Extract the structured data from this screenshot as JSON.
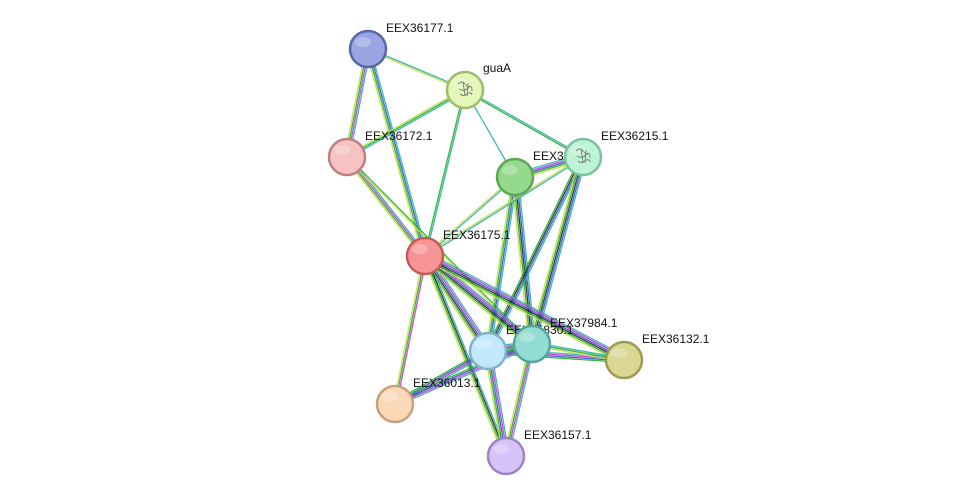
{
  "nodes": [
    {
      "id": "EEX36177.1",
      "label": "EEX36177.1",
      "fill": "#9aa5e2",
      "stroke": "#5a66a8"
    },
    {
      "id": "guaA",
      "label": "guaA",
      "fill": "#e4f7b8",
      "stroke": "#9cbe6a",
      "structure": true
    },
    {
      "id": "EEX36172.1",
      "label": "EEX36172.1",
      "fill": "#f6c2c2",
      "stroke": "#c27f7f"
    },
    {
      "id": "EEX3",
      "label": "EEX3",
      "fill": "#95d98c",
      "stroke": "#5ca852"
    },
    {
      "id": "EEX36215.1",
      "label": "EEX36215.1",
      "fill": "#bdf3d6",
      "stroke": "#7cc39b",
      "structure": true
    },
    {
      "id": "EEX36175.1",
      "label": "EEX36175.1",
      "fill": "#f79595",
      "stroke": "#c45a5a"
    },
    {
      "id": "EEX35830.1",
      "label": "EEX35830.1",
      "fill": "#c3e7fb",
      "stroke": "#84b2cc"
    },
    {
      "id": "EEX37984.1",
      "label": "EEX37984.1",
      "fill": "#92dcd2",
      "stroke": "#55a79b"
    },
    {
      "id": "EEX36132.1",
      "label": "EEX36132.1",
      "fill": "#d9d792",
      "stroke": "#9e9c52"
    },
    {
      "id": "EEX36013.1",
      "label": "EEX36013.1",
      "fill": "#fbd9b8",
      "stroke": "#c9a07a"
    },
    {
      "id": "EEX36157.1",
      "label": "EEX36157.1",
      "fill": "#d6c3f7",
      "stroke": "#9a86c4"
    }
  ],
  "edges": [
    {
      "source": "EEX36177.1",
      "target": "guaA",
      "colors": [
        "#2ab0b0",
        "#c8dc4a"
      ]
    },
    {
      "source": "EEX36177.1",
      "target": "EEX36172.1",
      "colors": [
        "#2ab0b0",
        "#cc33cc",
        "#20b020",
        "#c8dc4a"
      ]
    },
    {
      "source": "EEX36177.1",
      "target": "EEX36175.1",
      "colors": [
        "#2ab0b0",
        "#3355cc",
        "#20b020",
        "#c8dc4a"
      ]
    },
    {
      "source": "guaA",
      "target": "EEX36172.1",
      "colors": [
        "#2ab0b0",
        "#20b020",
        "#c8dc4a"
      ]
    },
    {
      "source": "guaA",
      "target": "EEX36175.1",
      "colors": [
        "#2ab0b0",
        "#20b020"
      ]
    },
    {
      "source": "guaA",
      "target": "EEX3",
      "colors": [
        "#2ab0b0"
      ]
    },
    {
      "source": "guaA",
      "target": "EEX36215.1",
      "colors": [
        "#2ab0b0",
        "#20b020"
      ]
    },
    {
      "source": "EEX36172.1",
      "target": "EEX36175.1",
      "colors": [
        "#2ab0b0",
        "#cc33cc",
        "#20b020",
        "#c8dc4a"
      ]
    },
    {
      "source": "EEX36172.1",
      "target": "EEX37984.1",
      "colors": [
        "#20b020",
        "#c8dc4a"
      ]
    },
    {
      "source": "EEX3",
      "target": "EEX36215.1",
      "colors": [
        "#2ab0b0",
        "#cc33cc",
        "#3355cc",
        "#20b020",
        "#c8dc4a"
      ]
    },
    {
      "source": "EEX3",
      "target": "EEX36175.1",
      "colors": [
        "#2ab0b0",
        "#c8dc4a"
      ]
    },
    {
      "source": "EEX3",
      "target": "EEX35830.1",
      "colors": [
        "#2ab0b0",
        "#3355cc",
        "#20b020",
        "#c8dc4a"
      ]
    },
    {
      "source": "EEX3",
      "target": "EEX37984.1",
      "colors": [
        "#2ab0b0",
        "#3355cc",
        "#222222",
        "#20b020",
        "#c8dc4a"
      ]
    },
    {
      "source": "EEX36215.1",
      "target": "EEX36175.1",
      "colors": [
        "#2ab0b0",
        "#c8dc4a"
      ]
    },
    {
      "source": "EEX36215.1",
      "target": "EEX35830.1",
      "colors": [
        "#2ab0b0",
        "#3355cc",
        "#222222",
        "#20b020"
      ]
    },
    {
      "source": "EEX36215.1",
      "target": "EEX37984.1",
      "colors": [
        "#2ab0b0",
        "#3355cc",
        "#222222",
        "#20b020",
        "#c8dc4a"
      ]
    },
    {
      "source": "EEX36175.1",
      "target": "EEX35830.1",
      "colors": [
        "#2ab0b0",
        "#cc33cc",
        "#3355cc",
        "#222222",
        "#20b020",
        "#c8dc4a"
      ]
    },
    {
      "source": "EEX36175.1",
      "target": "EEX37984.1",
      "colors": [
        "#2ab0b0",
        "#cc33cc",
        "#3355cc",
        "#222222",
        "#20b020",
        "#c8dc4a"
      ]
    },
    {
      "source": "EEX36175.1",
      "target": "EEX36132.1",
      "colors": [
        "#2ab0b0",
        "#cc33cc",
        "#3355cc",
        "#222222",
        "#20b020",
        "#c8dc4a"
      ]
    },
    {
      "source": "EEX36175.1",
      "target": "EEX36013.1",
      "colors": [
        "#cc33cc",
        "#20b020",
        "#c8dc4a"
      ]
    },
    {
      "source": "EEX36175.1",
      "target": "EEX36157.1",
      "colors": [
        "#2ab0b0",
        "#222222",
        "#20b020",
        "#c8dc4a"
      ]
    },
    {
      "source": "EEX35830.1",
      "target": "EEX37984.1",
      "colors": [
        "#2ab0b0",
        "#cc33cc",
        "#3355cc",
        "#20b020",
        "#c8dc4a"
      ]
    },
    {
      "source": "EEX35830.1",
      "target": "EEX36132.1",
      "colors": [
        "#2ab0b0",
        "#cc33cc",
        "#3355cc",
        "#20b020"
      ]
    },
    {
      "source": "EEX37984.1",
      "target": "EEX36132.1",
      "colors": [
        "#2ab0b0",
        "#20b020",
        "#c8dc4a"
      ]
    },
    {
      "source": "EEX35830.1",
      "target": "EEX36013.1",
      "colors": [
        "#2ab0b0",
        "#cc33cc",
        "#3355cc",
        "#20b020"
      ]
    },
    {
      "source": "EEX37984.1",
      "target": "EEX36013.1",
      "colors": [
        "#2ab0b0",
        "#cc33cc",
        "#3355cc",
        "#20b020"
      ]
    },
    {
      "source": "EEX35830.1",
      "target": "EEX36157.1",
      "colors": [
        "#2ab0b0",
        "#cc33cc",
        "#3355cc",
        "#20b020",
        "#c8dc4a"
      ]
    },
    {
      "source": "EEX37984.1",
      "target": "EEX36157.1",
      "colors": [
        "#2ab0b0",
        "#cc33cc",
        "#20b020",
        "#c8dc4a"
      ]
    }
  ]
}
